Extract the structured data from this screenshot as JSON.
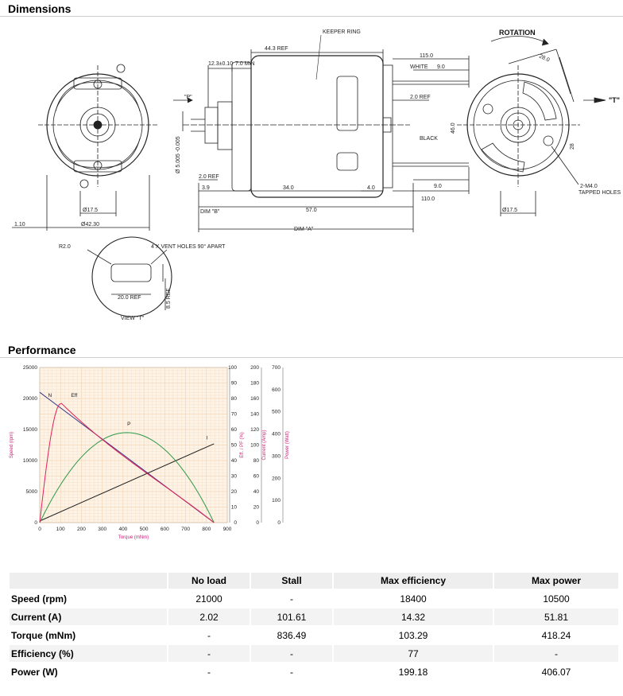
{
  "sections": {
    "dimensions_title": "Dimensions",
    "performance_title": "Performance"
  },
  "drawing_labels": {
    "keeper_ring": "KEEPER RING",
    "rotation": "ROTATION",
    "ref_44_3": "44.3 REF",
    "dim_12_3": "12.3±0.10",
    "dim_7_min": "7.0 MIN",
    "dim_115": "115.0",
    "white": "WHITE",
    "dim_9_top": "9.0",
    "dim_2_ref_right": "2.0 REF",
    "black": "BLACK",
    "dim_9_bot": "9.0",
    "dim_110": "110.0",
    "dim_2_ref_left": "2.0 REF",
    "dim_3_9": "3.9",
    "dim_34": "34.0",
    "dim_4": "4.0",
    "dim_b": "DIM \"B\"",
    "dim_57": "57.0",
    "dim_a": "DIM \"A\"",
    "dim_1_10": "1.10",
    "dia_17_5_left": "Ø17.5",
    "dia_42_3": "Ø42.30",
    "dia_17_5_right": "Ø17.5",
    "dia_shaft": "Ø 5.005 -0.005",
    "view_p": "\"P\"",
    "view_t_arrow": "\"T\"",
    "dim_28": "28.0",
    "dim_46": "46.0",
    "dim_28b": "28",
    "tapped_holes_1": "2-M4.0",
    "tapped_holes_2": "TAPPED HOLES",
    "r2": "R2.0",
    "vent_holes": "4 X VENT HOLES 90° APART",
    "ref_20": "20.0 REF",
    "dim_8_5": "8.5 REF",
    "view_t": "VIEW \"T\""
  },
  "chart_data": {
    "type": "line",
    "xlabel": "Torque (mNm)",
    "ylabel_left": "Speed (rpm)",
    "ylabel_eff": "Eff. / PF (%)",
    "ylabel_current": "Current (Amp)",
    "ylabel_power": "Power (Watt)",
    "x_ticks": [
      "0",
      "100",
      "200",
      "300",
      "400",
      "500",
      "600",
      "700",
      "800",
      "900"
    ],
    "speed_ticks": [
      "0",
      "5000",
      "10000",
      "15000",
      "20000",
      "25000"
    ],
    "eff_ticks": [
      "0",
      "10",
      "20",
      "30",
      "40",
      "50",
      "60",
      "70",
      "80",
      "90",
      "100"
    ],
    "current_ticks": [
      "0",
      "20",
      "40",
      "60",
      "80",
      "100",
      "120",
      "140",
      "160",
      "180",
      "200"
    ],
    "power_ticks": [
      "0",
      "100",
      "200",
      "300",
      "400",
      "500",
      "600",
      "700"
    ],
    "xlim": [
      0,
      900
    ],
    "speed_lim": [
      0,
      25000
    ],
    "eff_lim": [
      0,
      100
    ],
    "current_lim": [
      0,
      200
    ],
    "power_lim": [
      0,
      700
    ],
    "series": [
      {
        "name": "N",
        "color": "#3a3a8c",
        "axis": "speed",
        "points": [
          [
            0,
            21000
          ],
          [
            836.49,
            0
          ]
        ]
      },
      {
        "name": "I",
        "color": "#222222",
        "axis": "current",
        "points": [
          [
            0,
            2.02
          ],
          [
            836.49,
            101.61
          ]
        ]
      },
      {
        "name": "P",
        "color": "#2e9a4a",
        "axis": "power",
        "peak": [
          418.24,
          406.07
        ],
        "stall": 836.49
      },
      {
        "name": "Eff",
        "color": "#e0205a",
        "axis": "eff",
        "peak": [
          103.29,
          77
        ]
      }
    ]
  },
  "table": {
    "columns": [
      "No load",
      "Stall",
      "Max efficiency",
      "Max power"
    ],
    "rows": [
      {
        "label": "Speed (rpm)",
        "values": [
          "21000",
          "-",
          "18400",
          "10500"
        ]
      },
      {
        "label": "Current (A)",
        "values": [
          "2.02",
          "101.61",
          "14.32",
          "51.81"
        ]
      },
      {
        "label": "Torque (mNm)",
        "values": [
          "-",
          "836.49",
          "103.29",
          "418.24"
        ]
      },
      {
        "label": "Efficiency (%)",
        "values": [
          "-",
          "-",
          "77",
          "-"
        ]
      },
      {
        "label": "Power (W)",
        "values": [
          "-",
          "-",
          "199.18",
          "406.07"
        ]
      }
    ]
  }
}
